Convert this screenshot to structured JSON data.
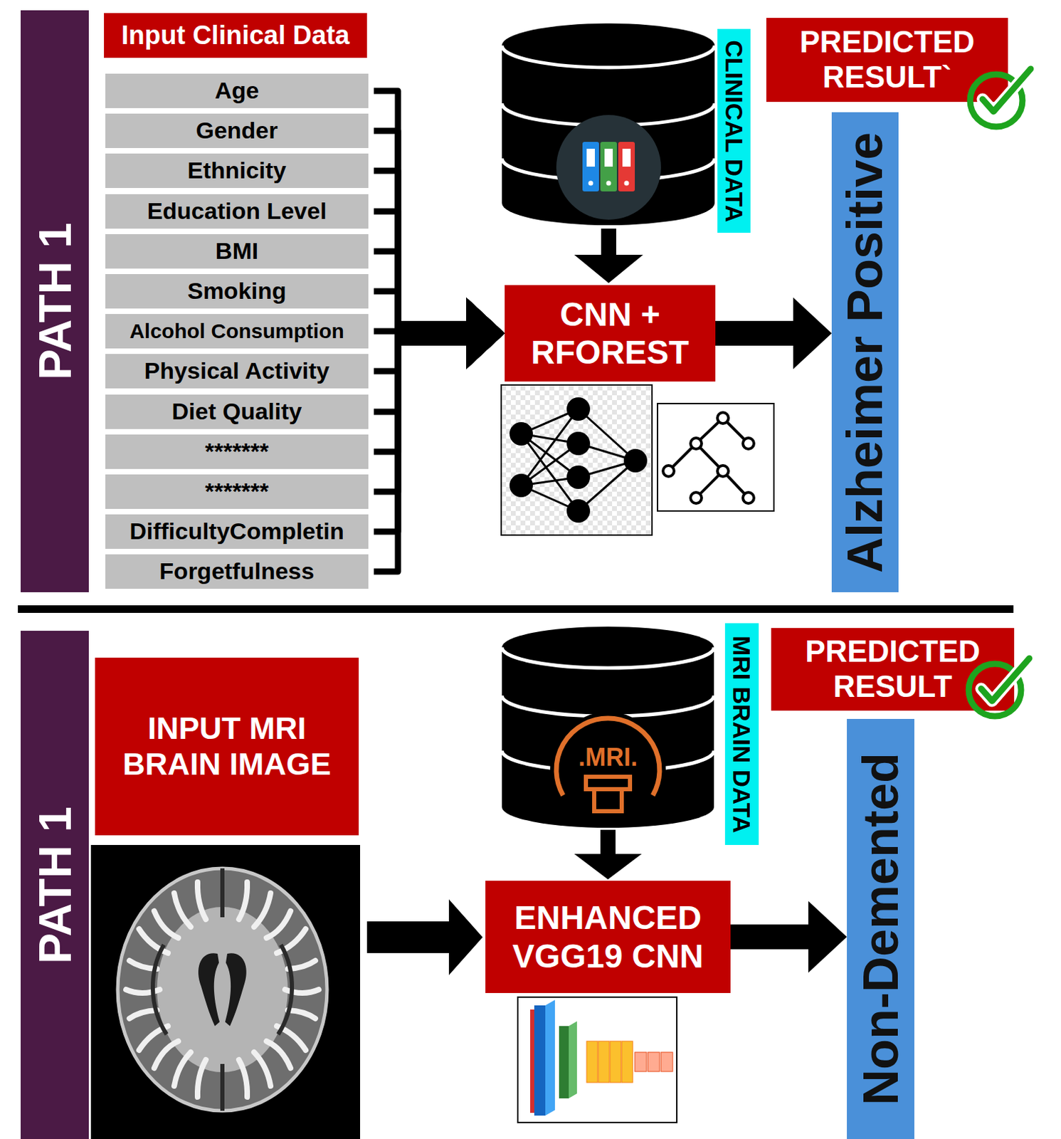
{
  "diagram": {
    "nodes": [
      {
        "text": [
          "PATH 1"
        ]
      },
      {
        "text": [
          "Input Clinical Data"
        ]
      },
      {
        "text": [
          "Age"
        ]
      },
      {
        "text": [
          "Gender"
        ]
      },
      {
        "text": [
          "Ethnicity"
        ]
      },
      {
        "text": [
          "Education Level"
        ]
      },
      {
        "text": [
          "BMI"
        ]
      },
      {
        "text": [
          "Smoking"
        ]
      },
      {
        "text": [
          "Alcohol Consumption"
        ]
      },
      {
        "text": [
          "Physical Activity"
        ]
      },
      {
        "text": [
          "Diet Quality"
        ]
      },
      {
        "text": [
          "*******"
        ]
      },
      {
        "text": [
          "*******"
        ]
      },
      {
        "text": [
          "DifficultyCompletin"
        ]
      },
      {
        "text": [
          "Forgetfulness"
        ]
      },
      {
        "text": [
          "CLINICAL DATA"
        ]
      },
      {
        "text": [
          "PREDICTED RESULT`"
        ]
      },
      {
        "text": [
          "CNN + RFOREST"
        ]
      },
      {
        "text": [
          "Alzheimer Positive"
        ]
      },
      {
        "text": [
          "PATH 1"
        ]
      },
      {
        "text": [
          "INPUT MRI BRAIN IMAGE"
        ]
      },
      {
        "text": [
          "MRI BRAIN DATA"
        ]
      },
      {
        "text": [
          "PREDICTED RESULT"
        ]
      },
      {
        "text": [
          "ENHANCED VGG19 CNN"
        ]
      },
      {
        "text": [
          "Non-Demented"
        ]
      }
    ],
    "edges": [
      {
        "from": 2,
        "to": 17,
        "arrow": "to"
      },
      {
        "from": 3,
        "to": 17,
        "arrow": "to"
      },
      {
        "from": 4,
        "to": 17,
        "arrow": "to"
      },
      {
        "from": 5,
        "to": 17,
        "arrow": "to"
      },
      {
        "from": 6,
        "to": 17,
        "arrow": "to"
      },
      {
        "from": 7,
        "to": 17,
        "arrow": "to"
      },
      {
        "from": 8,
        "to": 17,
        "arrow": "to"
      },
      {
        "from": 9,
        "to": 17,
        "arrow": "to"
      },
      {
        "from": 10,
        "to": 17,
        "arrow": "to"
      },
      {
        "from": 11,
        "to": 17,
        "arrow": "to"
      },
      {
        "from": 12,
        "to": 17,
        "arrow": "to"
      },
      {
        "from": 13,
        "to": 17,
        "arrow": "to"
      },
      {
        "from": 14,
        "to": 17,
        "arrow": "to"
      },
      {
        "from": 17,
        "to": 18,
        "arrow": "to"
      },
      {
        "from": 23,
        "to": 24,
        "arrow": "to"
      }
    ],
    "labels": [
      ".MRI."
    ]
  }
}
